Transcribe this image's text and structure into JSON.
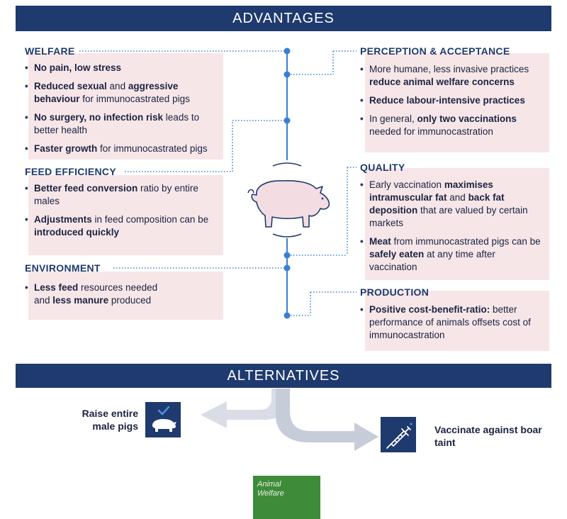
{
  "advantages_title": "ADVANTAGES",
  "alternatives_title": "ALTERNATIVES",
  "welfare": {
    "heading": "WELFARE",
    "items": [
      {
        "pre": "",
        "b1": "No pain, low stress",
        "mid": "",
        "b2": "",
        "post": ""
      },
      {
        "pre": "",
        "b1": "Reduced sexual",
        "mid": " and ",
        "b2": "aggressive behaviour",
        "post": " for immunocastrated pigs"
      },
      {
        "pre": "",
        "b1": "No surgery, no infection risk",
        "mid": " leads to better health",
        "b2": "",
        "post": ""
      },
      {
        "pre": "",
        "b1": "Faster growth",
        "mid": " for immunocastrated pigs",
        "b2": "",
        "post": ""
      }
    ]
  },
  "feed": {
    "heading": "FEED EFFICIENCY",
    "items": [
      {
        "pre": "",
        "b1": "Better feed conversion",
        "mid": " ratio by entire males",
        "b2": "",
        "post": ""
      },
      {
        "pre": "",
        "b1": "Adjustments",
        "mid": " in feed composition can be ",
        "b2": "introduced quickly",
        "post": ""
      }
    ]
  },
  "environment": {
    "heading": "ENVIRONMENT",
    "items": [
      {
        "pre": "",
        "b1": "Less feed",
        "mid": " resources needed and ",
        "b2": "less manure",
        "post": " produced"
      }
    ]
  },
  "perception": {
    "heading": "PERCEPTION & ACCEPTANCE",
    "items": [
      {
        "pre": "More humane, less invasive practices ",
        "b1": "reduce animal welfare concerns",
        "mid": "",
        "b2": "",
        "post": ""
      },
      {
        "pre": "",
        "b1": "Reduce labour-intensive practices",
        "mid": "",
        "b2": "",
        "post": ""
      },
      {
        "pre": "In general, ",
        "b1": "only two vaccinations",
        "mid": " needed for immunocastration",
        "b2": "",
        "post": ""
      }
    ]
  },
  "quality": {
    "heading": "QUALITY",
    "items": [
      {
        "pre": "Early vaccination ",
        "b1": "maximises intramuscular fat",
        "mid": " and ",
        "b2": "back fat deposition",
        "post": " that are valued by certain markets"
      },
      {
        "pre": "",
        "b1": "Meat",
        "mid": " from immunocastrated pigs can be ",
        "b2": "safely eaten",
        "post": " at any time after vaccination"
      }
    ]
  },
  "production": {
    "heading": "PRODUCTION",
    "items": [
      {
        "pre": "",
        "b1": "Positive cost-benefit-ratio:",
        "mid": " better performance of animals offsets cost of immunocastration",
        "b2": "",
        "post": ""
      }
    ]
  },
  "alternatives": {
    "left_label": "Raise entire male pigs",
    "right_label": "Vaccinate against boar taint"
  },
  "badge": "Animal Welfare",
  "icons": {
    "pig": "pig-icon",
    "check": "check-icon",
    "syringe": "syringe-icon"
  },
  "colors": {
    "navy": "#1e3a6e",
    "accent_blue": "#3b7fd4",
    "panel_pink": "#f7e6e8",
    "arrow_grey": "#d9dde6",
    "badge_green": "#3e8c3a"
  }
}
